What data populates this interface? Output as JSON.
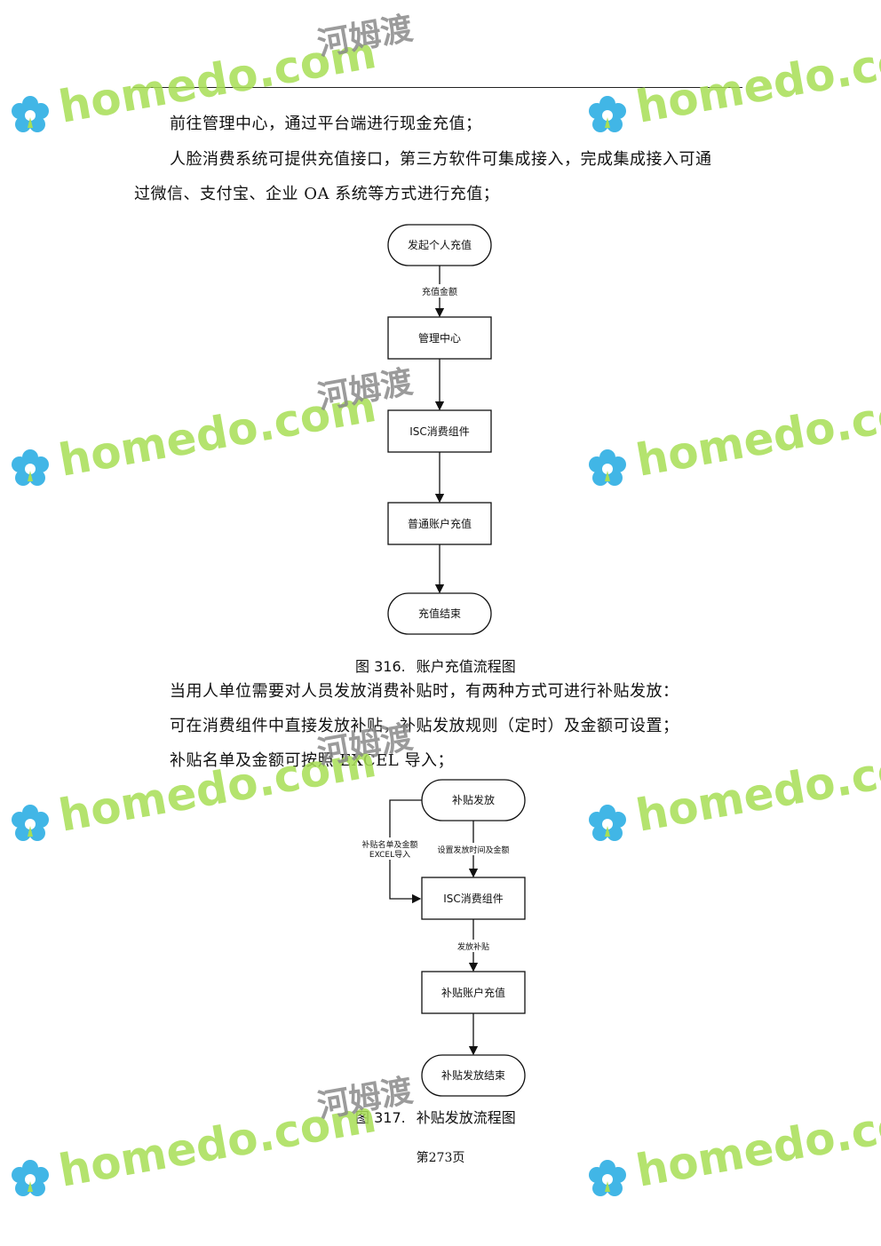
{
  "paragraphs": {
    "p1": "前往管理中心，通过平台端进行现金充值；",
    "p2_line1": "人脸消费系统可提供充值接口，第三方软件可集成接入，完成集成接入可通",
    "p2_line2": "过微信、支付宝、企业 OA 系统等方式进行充值；",
    "p3": "当用人单位需要对人员发放消费补贴时，有两种方式可进行补贴发放：",
    "p4": "可在消费组件中直接发放补贴，补贴发放规则（定时）及金额可设置；",
    "p5": "补贴名单及金额可按照 EXCEL 导入；"
  },
  "figure316": {
    "caption_num": "图 316.",
    "caption_title": "账户充值流程图",
    "nodes": {
      "start": "发起个人充值",
      "mgmt": "管理中心",
      "isc": "ISC消费组件",
      "recharge": "普通账户充值",
      "end": "充值结束"
    },
    "edges": {
      "amount": "充值金额"
    }
  },
  "figure317": {
    "caption_num": "图 317.",
    "caption_title": "补贴发放流程图",
    "nodes": {
      "start": "补贴发放",
      "isc": "ISC消费组件",
      "recharge": "补贴账户充值",
      "end": "补贴发放结束"
    },
    "edges": {
      "import_line1": "补贴名单及金额",
      "import_line2": "EXCEL导入",
      "set_time": "设置发放时间及金额",
      "issue": "发放补贴"
    }
  },
  "page_number": "第273页",
  "watermark": {
    "domain": "homedo.com",
    "chinese": "河姆渡",
    "colors": {
      "domain": "#a8df55",
      "chinese": "#8a8a8a",
      "flower": "#41b6e6"
    }
  }
}
